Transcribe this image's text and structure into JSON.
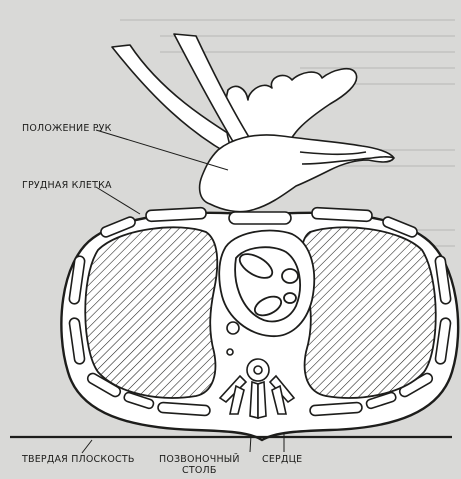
{
  "labels": {
    "hands_position": "ПОЛОЖЕНИЕ РУК",
    "chest": "ГРУДНАЯ КЛЕТКА",
    "hard_surface": "ТВЕРДАЯ ПЛОСКОСТЬ",
    "spine_line1": "ПОЗВОНОЧНЫЙ",
    "spine_line2": "СТОЛБ",
    "heart": "СЕРДЦЕ"
  },
  "colors": {
    "background": "#d9d9d7",
    "ink": "#1d1d1b",
    "fill": "#ffffff"
  }
}
